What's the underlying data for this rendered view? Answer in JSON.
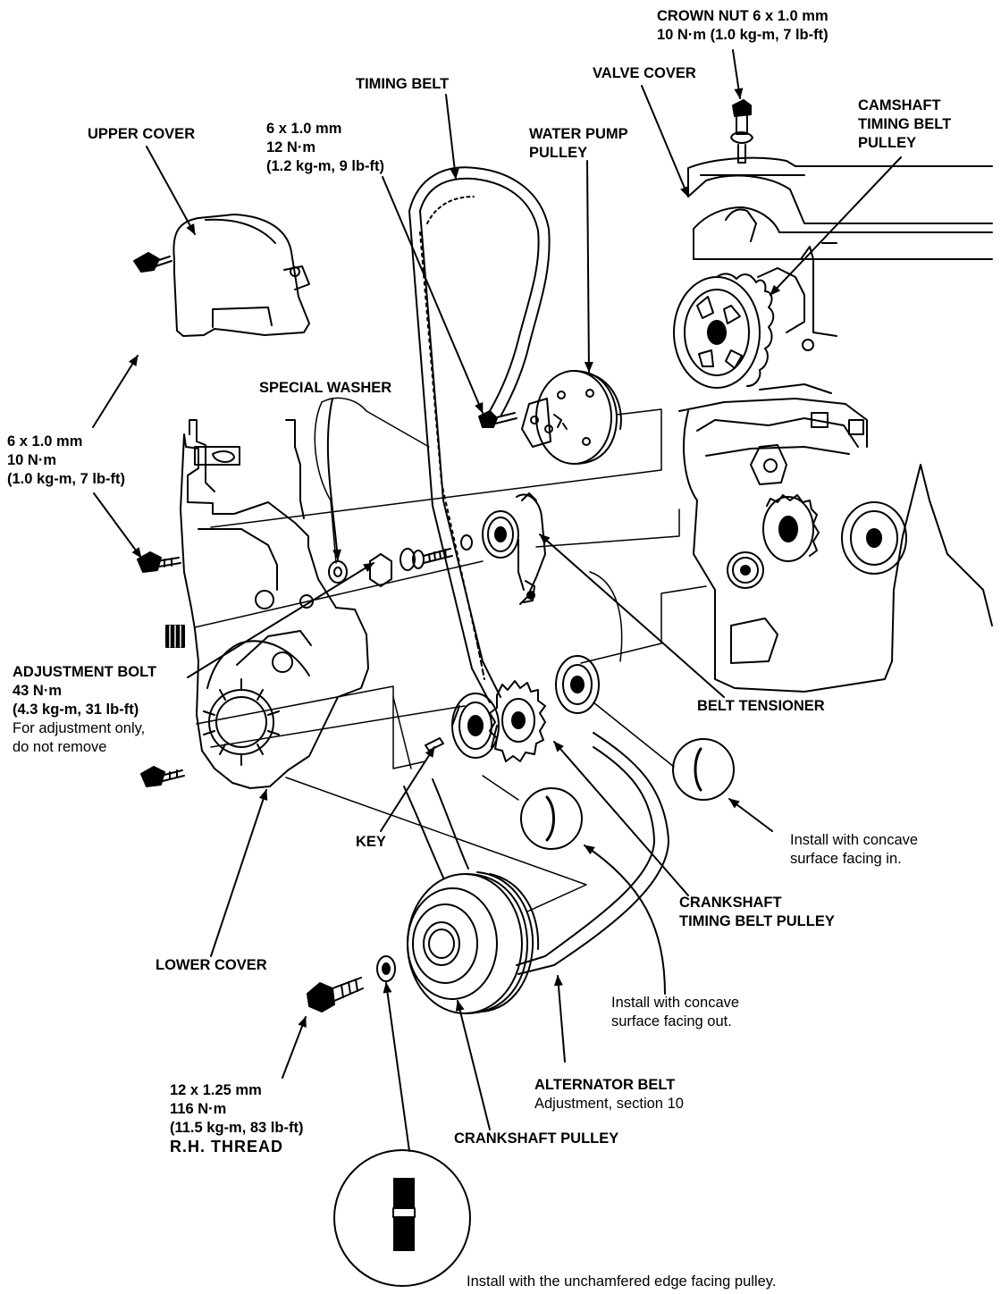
{
  "colors": {
    "ink": "#000000",
    "paper": "#ffffff"
  },
  "labels": {
    "crown_nut": [
      "CROWN NUT 6 x 1.0 mm",
      "10 N·m (1.0 kg-m, 7 lb-ft)"
    ],
    "timing_belt": "TIMING BELT",
    "valve_cover": "VALVE COVER",
    "camshaft_pulley": [
      "CAMSHAFT",
      "TIMING BELT",
      "PULLEY"
    ],
    "upper_cover": "UPPER COVER",
    "bolt_6x10_12nm": [
      "6 x 1.0 mm",
      "12 N·m",
      "(1.2 kg-m, 9 lb-ft)"
    ],
    "water_pump_pulley": [
      "WATER PUMP",
      "PULLEY"
    ],
    "special_washer": "SPECIAL WASHER",
    "bolt_6x10_10nm": [
      "6 x 1.0 mm",
      "10 N·m",
      "(1.0 kg-m, 7 lb-ft)"
    ],
    "adjustment_bolt": [
      "ADJUSTMENT BOLT",
      "43 N·m",
      "(4.3 kg-m, 31 lb-ft)",
      "For adjustment only,",
      "do not remove"
    ],
    "belt_tensioner": "BELT TENSIONER",
    "concave_in": [
      "Install with concave",
      "surface facing in."
    ],
    "key": "KEY",
    "crankshaft_timing_pulley": [
      "CRANKSHAFT",
      "TIMING BELT PULLEY"
    ],
    "lower_cover": "LOWER COVER",
    "concave_out": [
      "Install with concave",
      "surface facing out."
    ],
    "alternator_belt": [
      "ALTERNATOR BELT",
      "Adjustment, section 10"
    ],
    "crank_bolt": [
      "12 x 1.25 mm",
      "116 N·m",
      "(11.5 kg-m, 83 lb-ft)",
      "R.H. THREAD"
    ],
    "crankshaft_pulley": "CRANKSHAFT PULLEY",
    "unchamfered_note": "Install with the unchamfered edge facing pulley."
  }
}
